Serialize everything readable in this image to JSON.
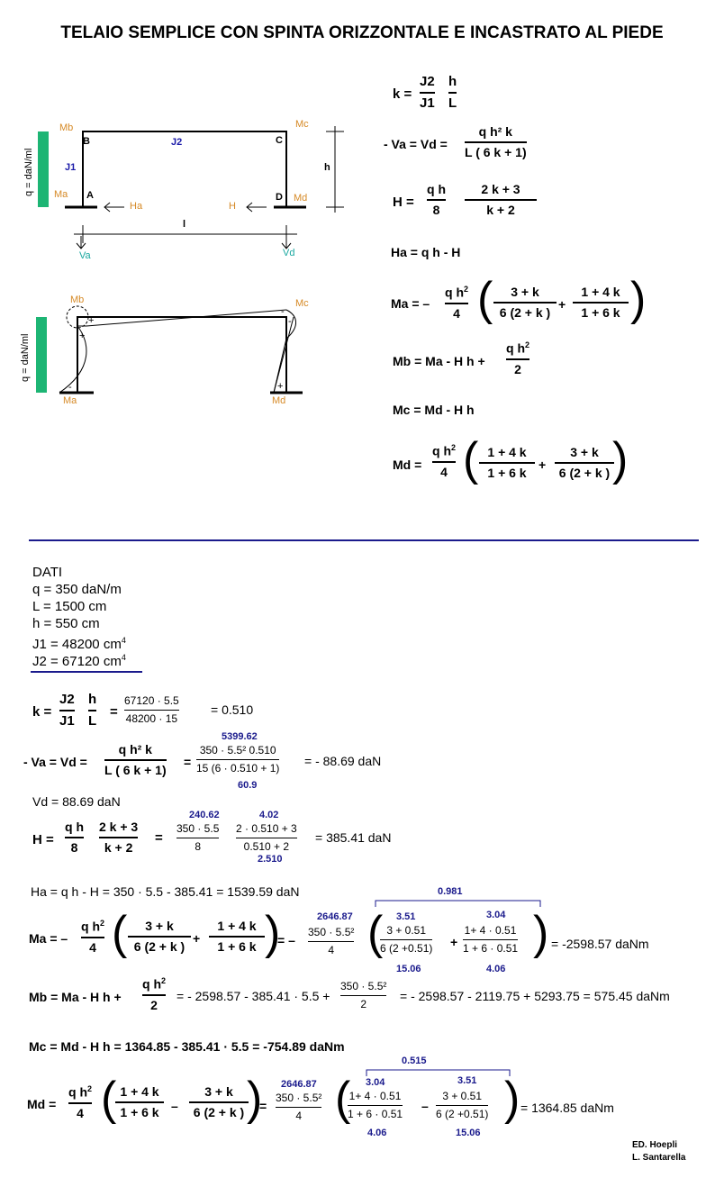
{
  "title": "TELAIO SEMPLICE CON SPINTA ORIZZONTALE E INCASTRATO AL PIEDE",
  "diagram1": {
    "load": "q = daN/ml",
    "Mb": "Mb",
    "Mc": "Mc",
    "Ma": "Ma",
    "Md": "Md",
    "B": "B",
    "C": "C",
    "A": "A",
    "D": "D",
    "J1": "J1",
    "J2": "J2",
    "h": "h",
    "l": "l",
    "Ha": "Ha",
    "H": "H",
    "Va": "Va",
    "Vd": "Vd"
  },
  "diagram2": {
    "load": "q = daN/ml",
    "Mb": "Mb",
    "Mc": "Mc",
    "Ma": "Ma",
    "Md": "Md",
    "plus": "+",
    "minus": "-"
  },
  "formulas": {
    "k_lhs": "k =",
    "J2": "J2",
    "J1": "J1",
    "h": "h",
    "L": "L",
    "va_lhs": "- Va = Vd =",
    "va_num": "q h² k",
    "va_den": "L ( 6 k + 1)",
    "H_lhs": "H  =",
    "qh": "q h",
    "eight": "8",
    "hk_num": "2 k + 3",
    "hk_den": "k + 2",
    "Ha": "Ha = q h - H",
    "Ma_lhs": "Ma = –",
    "qh2": "q h",
    "sq": "2",
    "four": "4",
    "f1_num": "3 + k",
    "f1_den": "6 (2 + k )",
    "plus": "+",
    "f2_num": "1 + 4 k",
    "f2_den": "1 + 6 k",
    "Mb_lhs": "Mb = Ma - H h +",
    "two": "2",
    "Mc": "Mc = Md - H h",
    "Md_lhs": "Md ="
  },
  "dati": {
    "label": "DATI",
    "q": "q = 350  daN/m",
    "L": "L = 1500  cm",
    "h": "h = 550  cm",
    "J1": "J1 = 48200  cm",
    "J2": "J2 = 67120  cm",
    "exp": "4"
  },
  "calc": {
    "k_num": "67120  · 5.5",
    "k_den": "48200 ·    15",
    "k_res": "=  0.510",
    "va_top": "5399.62",
    "va_num": "350 · 5.5² 0.510",
    "va_den": "15 (6 · 0.510 + 1)",
    "va_res": "= - 88.69  daN",
    "va_bot": "60.9",
    "vd": "Vd = 88.69  daN",
    "h_top1": "240.62",
    "h_top2": "4.02",
    "h_num1": "350  · 5.5",
    "h_den1": "8",
    "h_num2": "2 · 0.510 + 3",
    "h_den2": "0.510 + 2",
    "h_res": "= 385.41  daN",
    "h_bot": "2.510",
    "ha": "Ha = q h - H = 350 · 5.5 - 385.41 = 1539.59  daN",
    "ma_bracket": "0.981",
    "ma_top": "2646.87",
    "ma_num": "350 · 5.5²",
    "ma_t1": "3.51",
    "ma_t2": "3.04",
    "ma_f1n": "3 + 0.51",
    "ma_f1d": "6 (2 +0.51)",
    "ma_f2n": "1+ 4 · 0.51",
    "ma_f2d": "1 + 6 · 0.51",
    "ma_b1": "15.06",
    "ma_b2": "4.06",
    "ma_res": "= -2598.57  daNm",
    "mb_expr": "= - 2598.57 - 385.41 · 5.5 +",
    "mb_num": "350 · 5.5²",
    "mb_res": "= - 2598.57 - 2119.75 + 5293.75 =  575.45   daNm",
    "mc": "Mc = Md - H h = 1364.85 - 385.41 · 5.5 = -754.89  daNm",
    "md_bracket": "0.515",
    "md_top": "2646.87",
    "md_t1": "3.04",
    "md_t2": "3.51",
    "md_f1n": "1+ 4 · 0.51",
    "md_f1d": "1 + 6 · 0.51",
    "md_f2n": "3  + 0.51",
    "md_f2d": "6 (2 +0.51)",
    "md_b1": "4.06",
    "md_b2": "15.06",
    "md_minus": "–",
    "md_res": "= 1364.85   daNm"
  },
  "footer": {
    "line1": "ED. Hoepli",
    "line2": "L. Santarella"
  },
  "colors": {
    "load_bar": "#1db574",
    "orange": "#d68a27",
    "blue": "#1a1aa8",
    "teal": "#1aa8a0",
    "rule": "#1a1a8c"
  }
}
